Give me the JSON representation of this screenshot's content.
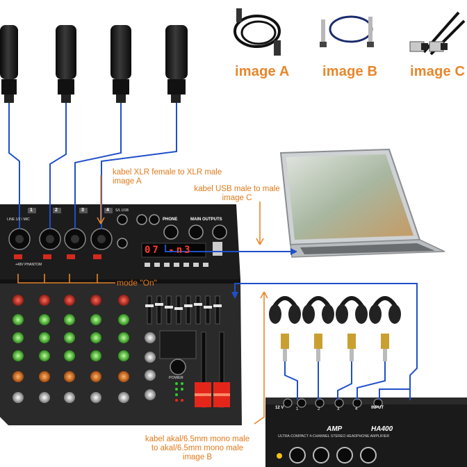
{
  "cable_images": [
    {
      "label": "image A",
      "icon": "xlr-cable-icon"
    },
    {
      "label": "image B",
      "icon": "jack-cable-icon"
    },
    {
      "label": "image C",
      "icon": "usb-cable-icon"
    }
  ],
  "annotations": {
    "xlr_line1": "kabel XLR female to XLR male",
    "xlr_line2": "image A",
    "usb_line1": "kabel USB male to male",
    "usb_line2": "image C",
    "mode": "mode \"On\"",
    "jack_line1": "kabel akal/6.5mm mono male",
    "jack_line2": "to akal/6.5mm mono male",
    "jack_line3": "image B"
  },
  "mixer": {
    "channels": [
      "1",
      "2",
      "3",
      "4"
    ],
    "channel_input_label": "LINE 1/2 / MIC",
    "phantom_label": "+48V PHANTOM",
    "section_phone": "PHONE",
    "section_main": "MAIN OUTPUTS",
    "display": "07 -n3",
    "power_label": "POWER",
    "usb_label": "S/L USB"
  },
  "amp": {
    "brand": "AMP",
    "model": "HA400",
    "tagline": "ULTRA-COMPACT 4-CHANNEL STEREO HEADPHONE AMPLIFIER",
    "power_in": "12 V",
    "input_label": "INPUT",
    "outputs": [
      "1",
      "2",
      "3",
      "4"
    ]
  },
  "colors": {
    "wire": "#1f4fc9",
    "accent": "#e8862a",
    "device": "#1c1c1c"
  }
}
